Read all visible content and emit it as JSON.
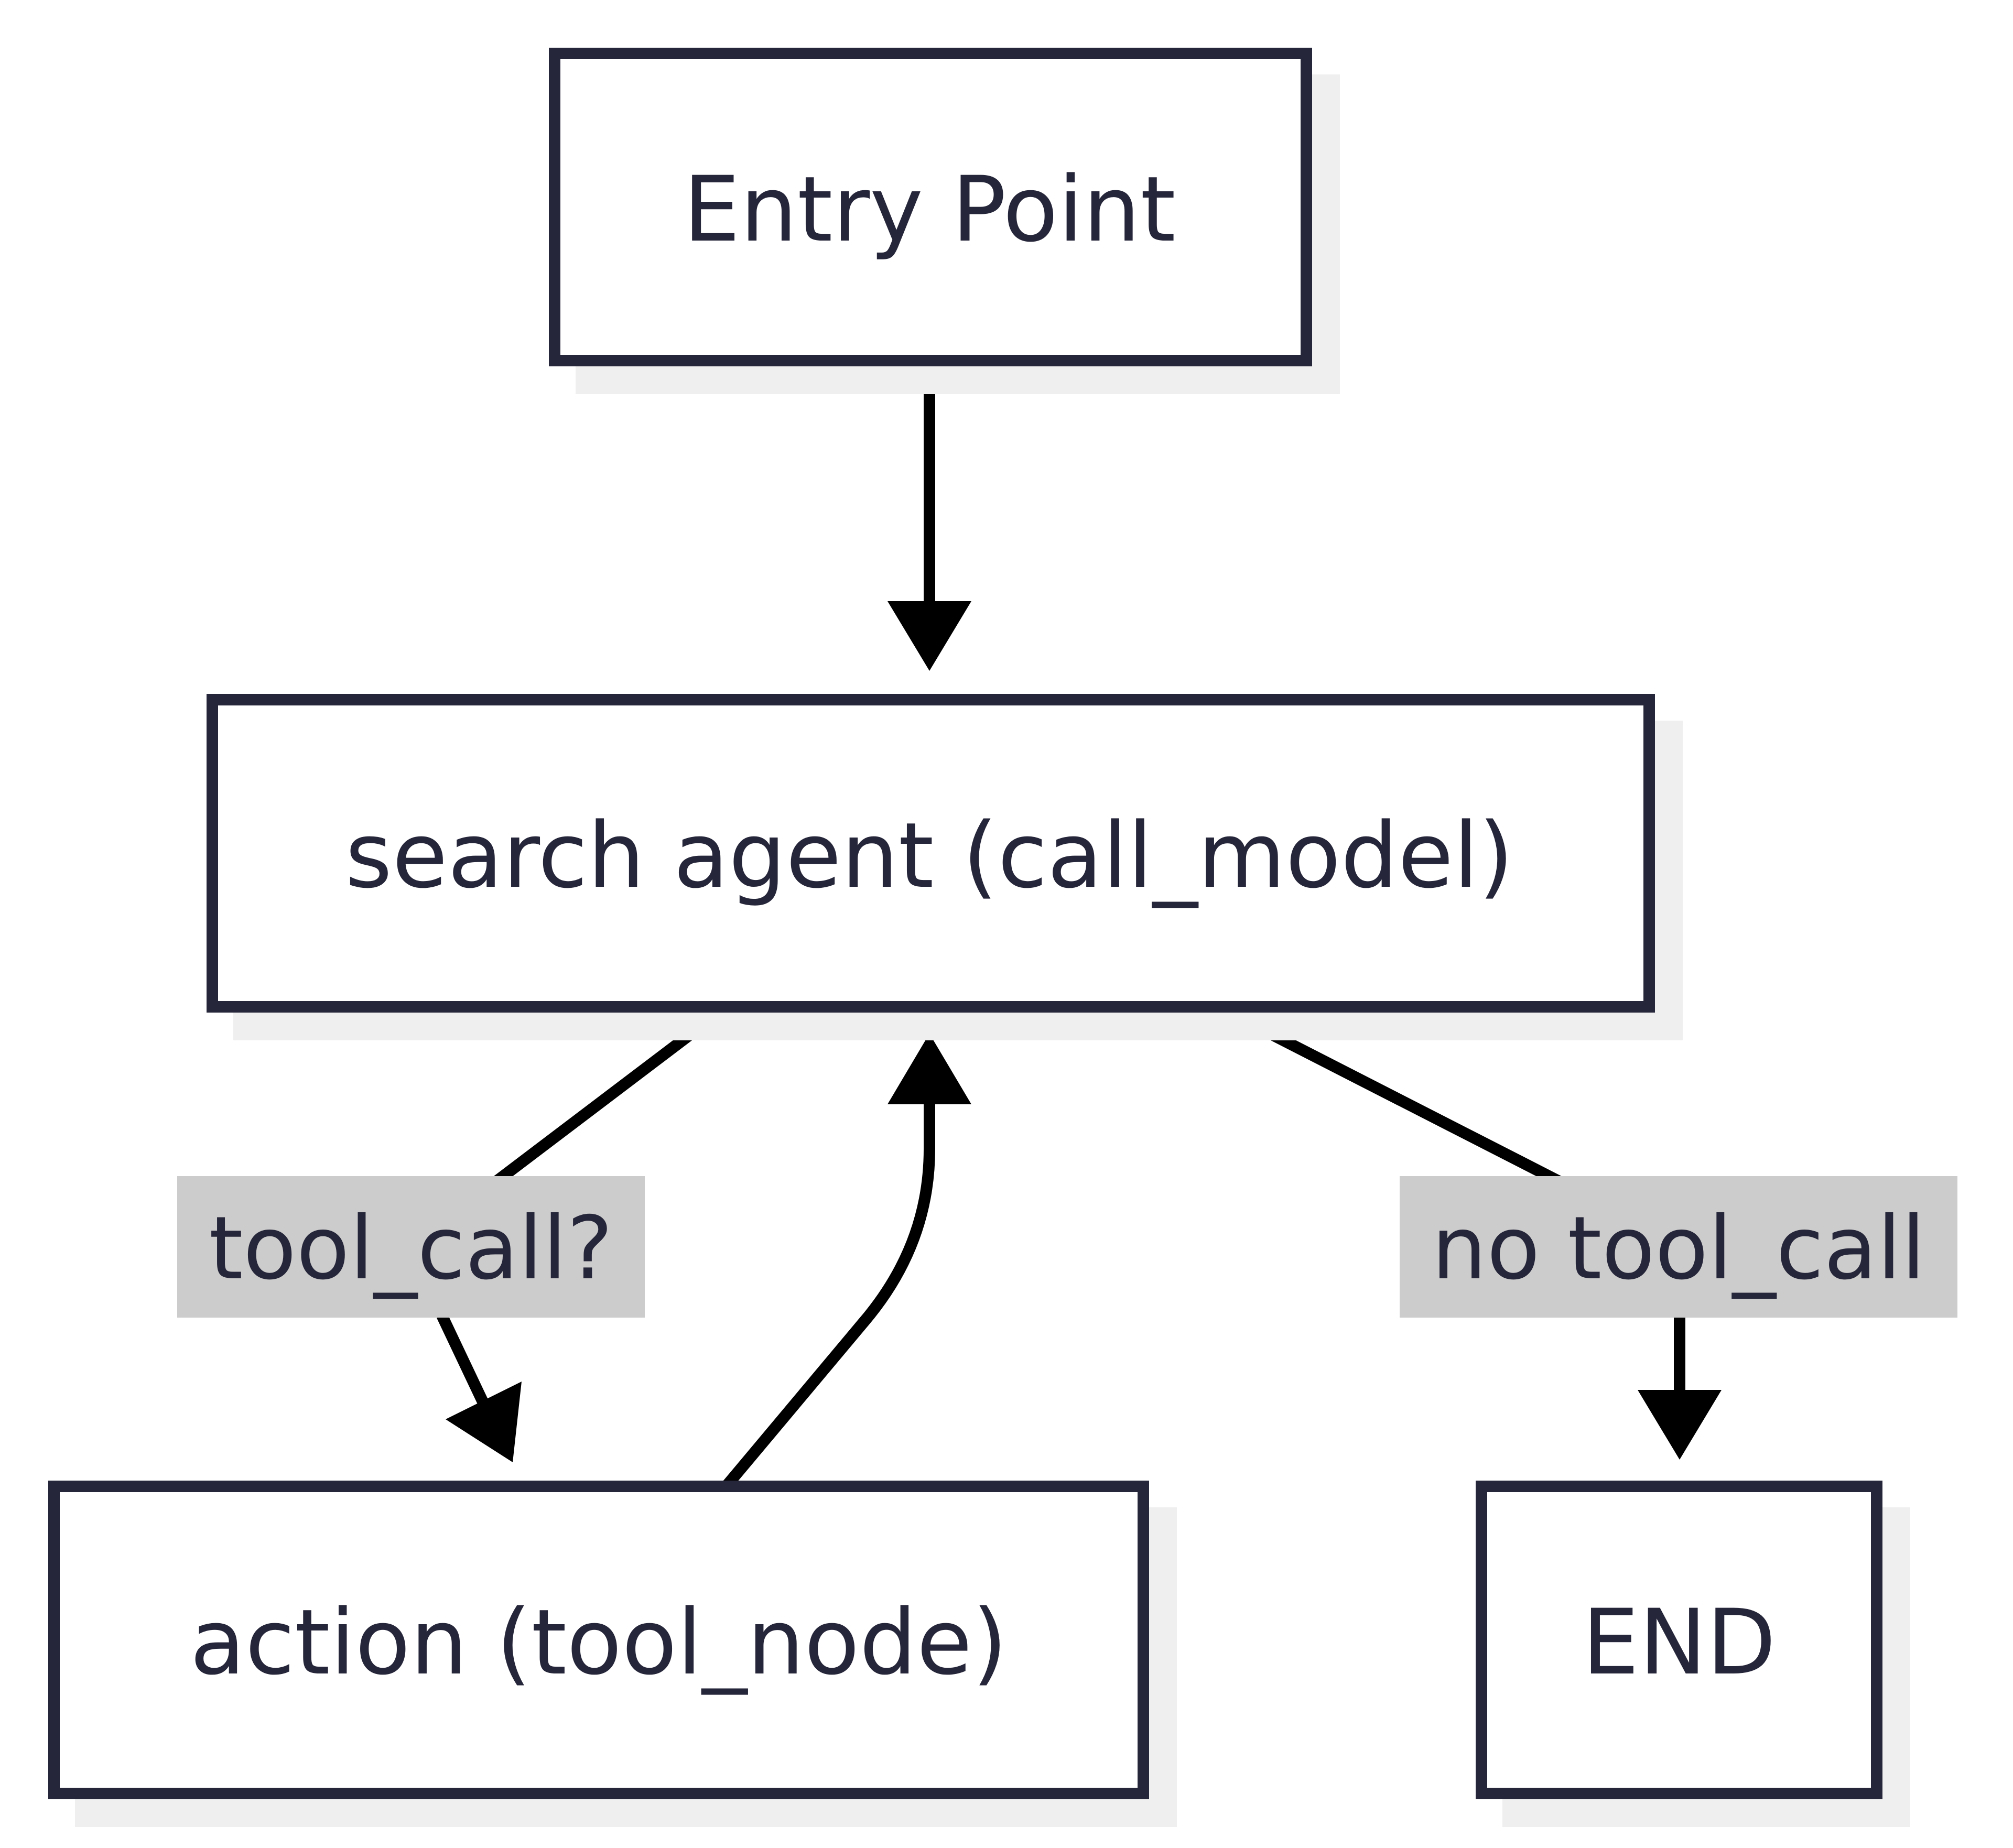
{
  "nodes": {
    "entry": {
      "label": "Entry Point"
    },
    "agent": {
      "label": "search agent (call_model)"
    },
    "action": {
      "label": "action (tool_node)"
    },
    "end": {
      "label": "END"
    }
  },
  "edges": {
    "tool_call": {
      "label": "tool_call?"
    },
    "no_tool_call": {
      "label": "no tool_call"
    }
  },
  "colors": {
    "node_border": "#26263a",
    "node_shadow": "#efefef",
    "edge": "#000000",
    "edge_label_bg": "#cccccc",
    "text": "#26263a"
  }
}
